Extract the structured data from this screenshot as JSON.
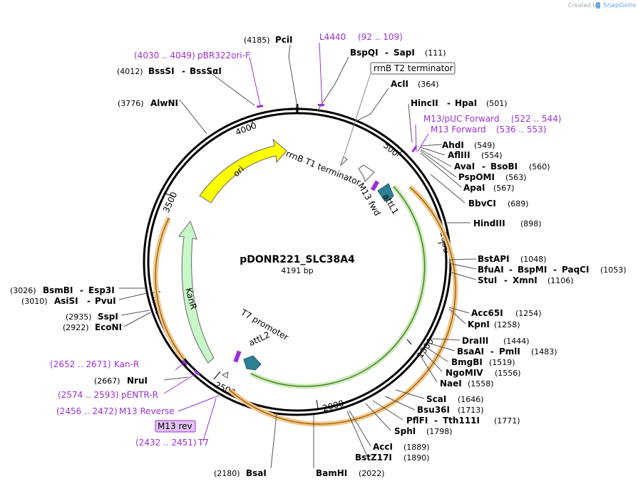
{
  "credit": {
    "text": "Created by",
    "brand": "SnapGene"
  },
  "plasmid": {
    "name": "pDONR221_SLC38A4",
    "size": "4191 bp"
  },
  "ruler": {
    "r4000": "4000",
    "r3500": "3500",
    "r3000": "3000",
    "r2500": "2500",
    "r2000": "2000",
    "r1500": "1500",
    "r1000": "1000",
    "r500": "500"
  },
  "features": {
    "ori": "ori",
    "kanr": "KanR",
    "rrnb_t1": "rrnB T1 terminator",
    "rrnb_t2": "rrnB T2 terminator",
    "t7": "T7 promoter",
    "attl1": "attL1",
    "attl2": "attL2",
    "m13fwd": "M13 fwd",
    "m13rev": "M13 rev"
  },
  "sites_right": [
    {
      "name": "PciI",
      "pos": "(4185)"
    },
    {
      "name": "BspQI",
      "sep": "-",
      "name2": "SapI",
      "pos": "(111)"
    },
    {
      "name": "AclI",
      "pos": "(364)"
    },
    {
      "name": "HincII",
      "sep": "-",
      "name2": "HpaI",
      "pos": "(501)"
    },
    {
      "name": "AhdI",
      "pos": "(549)"
    },
    {
      "name": "AflIII",
      "pos": "(554)"
    },
    {
      "name": "AvaI",
      "sep": "-",
      "name2": "BsoBI",
      "pos": "(560)"
    },
    {
      "name": "PspOMI",
      "pos": "(563)"
    },
    {
      "name": "ApaI",
      "pos": "(567)"
    },
    {
      "name": "BbvCI",
      "pos": "(689)"
    },
    {
      "name": "HindIII",
      "pos": "(898)"
    },
    {
      "name": "BstAPI",
      "pos": "(1048)"
    },
    {
      "name": "BfuAI",
      "sep": "-",
      "name2": "BspMI",
      "sep2": "-",
      "name3": "PaqCI",
      "pos": "(1053)"
    },
    {
      "name": "StuI",
      "sep": "-",
      "name2": "XmnI",
      "pos": "(1106)"
    },
    {
      "name": "Acc65I",
      "pos": "(1254)"
    },
    {
      "name": "KpnI",
      "pos": "(1258)"
    },
    {
      "name": "DraIII",
      "pos": "(1444)"
    },
    {
      "name": "BsaAI",
      "sep": "-",
      "name2": "PmlI",
      "pos": "(1483)"
    },
    {
      "name": "BmgBI",
      "pos": "(1519)"
    },
    {
      "name": "NgoMIV",
      "pos": "(1556)"
    },
    {
      "name": "NaeI",
      "pos": "(1558)"
    },
    {
      "name": "ScaI",
      "pos": "(1646)"
    },
    {
      "name": "Bsu36I",
      "pos": "(1713)"
    },
    {
      "name": "PflFI",
      "sep": "-",
      "name2": "Tth111I",
      "pos": "(1771)"
    },
    {
      "name": "SphI",
      "pos": "(1798)"
    },
    {
      "name": "AccI",
      "pos": "(1889)"
    },
    {
      "name": "BstZ17I",
      "pos": "(1890)"
    },
    {
      "name": "BamHI",
      "pos": "(2022)"
    },
    {
      "name": "BsaI",
      "pos": "(2180)"
    }
  ],
  "sites_left": [
    {
      "pos": "(4012)",
      "name": "BssSI",
      "sep": "-",
      "name2": "BssSαI"
    },
    {
      "pos": "(3776)",
      "name": "AlwNI"
    },
    {
      "pos": "(3026)",
      "name": "BsmBI",
      "sep": "-",
      "name2": "Esp3I"
    },
    {
      "pos": "(3010)",
      "name": "AsiSI",
      "sep": "-",
      "name2": "PvuI"
    },
    {
      "pos": "(2935)",
      "name": "SspI"
    },
    {
      "pos": "(2922)",
      "name": "EcoNI"
    },
    {
      "pos": "(2667)",
      "name": "NruI"
    }
  ],
  "primers": [
    {
      "range": "(92 .. 109)",
      "name": "L4440"
    },
    {
      "range": "(4030 .. 4049)",
      "name": "pBR322ori-F"
    },
    {
      "range": "(522 .. 544)",
      "name": "M13/pUC Forward"
    },
    {
      "range": "(536 .. 553)",
      "name": "M13 Forward"
    },
    {
      "range": "(2652 .. 2671)",
      "name": "Kan-R"
    },
    {
      "range": "(2574 .. 2593)",
      "name": "pENTR-R"
    },
    {
      "range": "(2456 .. 2472)",
      "name": "M13 Reverse"
    },
    {
      "range": "(2432 .. 2451)",
      "name": "T7"
    }
  ],
  "colors": {
    "primer": "#9b30d9",
    "ori": "#ffff00",
    "kanr": "#c8f7c8",
    "att": "#2e7f94",
    "orf_green": "#4a9a1a",
    "orf_orange": "#f0b070"
  }
}
